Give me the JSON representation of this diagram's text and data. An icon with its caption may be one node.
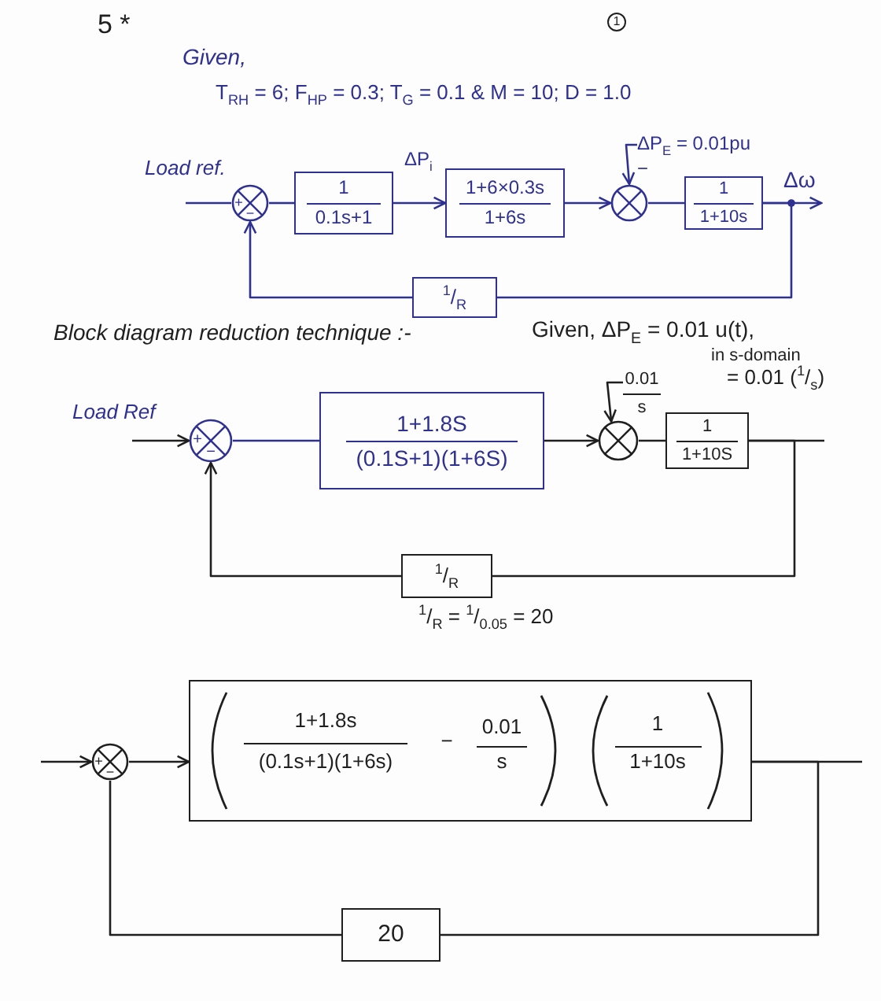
{
  "diagram": {
    "nodes": [
      {
        "text": [
          "+",
          "−"
        ]
      },
      {
        "text": [
          "1",
          "0.1s+1"
        ]
      },
      {
        "text": [
          "1+6×0.3s",
          "1+6s"
        ]
      },
      {
        "text": [
          "ΔP$_{E}$ = 0.01pu"
        ]
      },
      {
        "text": [],
        "shape": "circle",
        "beside": [
          "−"
        ]
      },
      {
        "text": [
          "1",
          "1+10s"
        ]
      },
      {
        "text": [
          "$^{1}$/$_{R}$"
        ]
      },
      {
        "text": [
          "+",
          "−"
        ]
      },
      {
        "text": [
          "1+1.8S",
          "(0.1S+1)(1+6S)"
        ]
      },
      {
        "text": [
          "0.01",
          "s"
        ]
      },
      {
        "text": [],
        "shape": "circle"
      },
      {
        "text": [
          "1",
          "1+10S"
        ]
      },
      {
        "text": [
          "$^{1}$/$_{R}$"
        ]
      },
      {
        "text": [
          "+",
          "−"
        ]
      },
      {
        "text": [
          "1+1.8s",
          "(0.1s+1)(1+6s)",
          "−",
          "0.01",
          "s",
          "1",
          "1+10s"
        ]
      },
      {
        "text": [
          "20"
        ]
      }
    ],
    "edges": [
      {
        "from": null,
        "to": 0,
        "arrow": "none",
        "label": "Load ref.",
        "color": "#2e3192"
      },
      {
        "from": 0,
        "to": 1,
        "arrow": "none",
        "color": "#2e3192"
      },
      {
        "from": 1,
        "to": 2,
        "arrow": "to",
        "label": "ΔP$_{i}$",
        "color": "#2e3192"
      },
      {
        "from": 2,
        "to": 4,
        "arrow": "to",
        "color": "#2e3192"
      },
      {
        "from": 3,
        "to": 4,
        "arrow": "to",
        "color": "#2e3192"
      },
      {
        "from": 4,
        "to": 5,
        "arrow": "none",
        "color": "#2e3192"
      },
      {
        "from": 5,
        "to": null,
        "arrow": "to",
        "label": "Δω",
        "color": "#2e3192"
      },
      {
        "from": 5,
        "to": 6,
        "arrow": "none",
        "color": "#2e3192"
      },
      {
        "from": 6,
        "to": 0,
        "arrow": "to",
        "color": "#2e3192"
      },
      {
        "from": null,
        "to": 7,
        "arrow": "to",
        "label": "Load Ref"
      },
      {
        "from": 7,
        "to": 8,
        "arrow": "none",
        "color": "#2e3192"
      },
      {
        "from": 8,
        "to": 10,
        "arrow": "to"
      },
      {
        "from": 9,
        "to": 10,
        "arrow": "to"
      },
      {
        "from": 10,
        "to": 11,
        "arrow": "none"
      },
      {
        "from": 11,
        "to": null,
        "arrow": "none"
      },
      {
        "from": 11,
        "to": 12,
        "arrow": "none"
      },
      {
        "from": 12,
        "to": 7,
        "arrow": "to"
      },
      {
        "from": null,
        "to": 13,
        "arrow": "to"
      },
      {
        "from": 13,
        "to": 14,
        "arrow": "to"
      },
      {
        "from": 14,
        "to": null,
        "arrow": "none"
      },
      {
        "from": 14,
        "to": 15,
        "arrow": "none"
      },
      {
        "from": 15,
        "to": 13,
        "arrow": "none"
      }
    ],
    "labels": [
      "5 *",
      "1",
      "Given,",
      "T$_{RH}$ = 6; F$_{HP}$ = 0.3; T$_{G}$ = 0.1 & M = 10; D = 1.0",
      "Block diagram reduction technique :-",
      "Given, ΔP$_{E}$ = 0.01 u(t),",
      "in s-domain",
      "= 0.01 ($^{1}$/$_{s}$)",
      "$^{1}$/$_{R}$ = $^{1}$/$_{0.05}$ = 20"
    ]
  }
}
